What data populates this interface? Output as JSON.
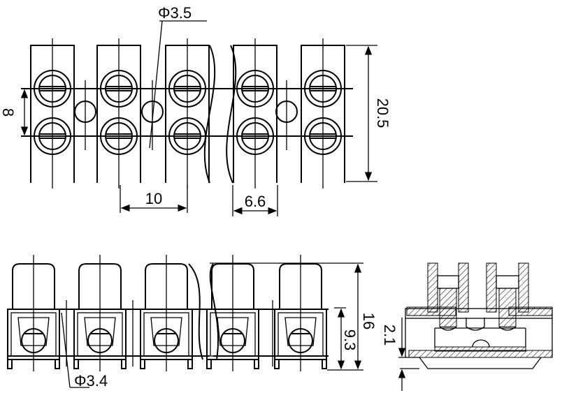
{
  "drawing": {
    "top_view": {
      "hole_diameter": "Φ3.5",
      "row_spacing": "8",
      "overall_width": "20.5",
      "pitch": "10",
      "body_width": "6.6"
    },
    "side_view": {
      "overall_height": "16",
      "body_height": "9.3",
      "wire_hole_diameter": "Φ3.4"
    },
    "section_view": {
      "base_thickness": "2.1"
    }
  }
}
